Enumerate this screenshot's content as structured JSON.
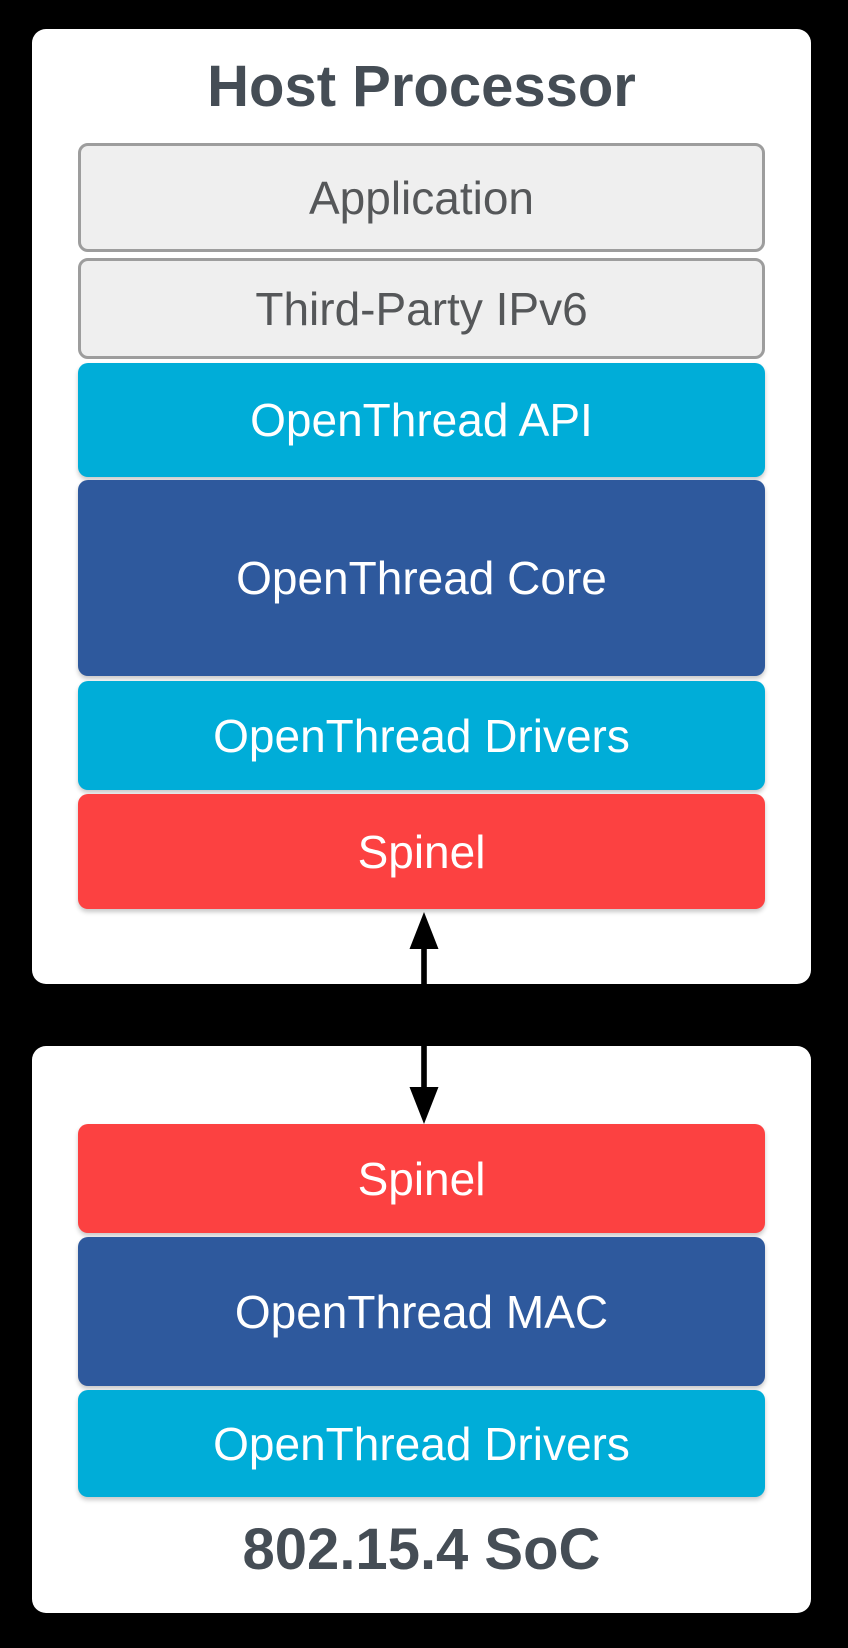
{
  "palette": {
    "background": "#000000",
    "panel_fill": "#ffffff",
    "heading_text": "#454d55",
    "external_fill": "#efefef",
    "external_border": "#9d9d9d",
    "external_text": "#555759",
    "cyan": "#00add8",
    "dark_blue": "#2e599d",
    "red": "#fc4141",
    "layer_text": "#ffffff",
    "arrow": "#000000"
  },
  "host": {
    "title": "Host Processor",
    "layers": [
      {
        "label": "Application",
        "color": "#efefef",
        "text_color": "#555759",
        "border_color": "#9d9d9d"
      },
      {
        "label": "Third-Party IPv6",
        "color": "#efefef",
        "text_color": "#555759",
        "border_color": "#9d9d9d"
      },
      {
        "label": "OpenThread API",
        "color": "#00add8",
        "text_color": "#ffffff"
      },
      {
        "label": "OpenThread Core",
        "color": "#2e599d",
        "text_color": "#ffffff"
      },
      {
        "label": "OpenThread Drivers",
        "color": "#00add8",
        "text_color": "#ffffff"
      },
      {
        "label": "Spinel",
        "color": "#fc4141",
        "text_color": "#ffffff"
      }
    ]
  },
  "arrow": {
    "type": "bidirectional-vertical",
    "color": "#000000",
    "connects": [
      "Spinel (Host Processor)",
      "Spinel (802.15.4 SoC)"
    ]
  },
  "soc": {
    "caption": "802.15.4 SoC",
    "layers": [
      {
        "label": "Spinel",
        "color": "#fc4141",
        "text_color": "#ffffff"
      },
      {
        "label": "OpenThread MAC",
        "color": "#2e599d",
        "text_color": "#ffffff"
      },
      {
        "label": "OpenThread Drivers",
        "color": "#00add8",
        "text_color": "#ffffff"
      }
    ]
  }
}
